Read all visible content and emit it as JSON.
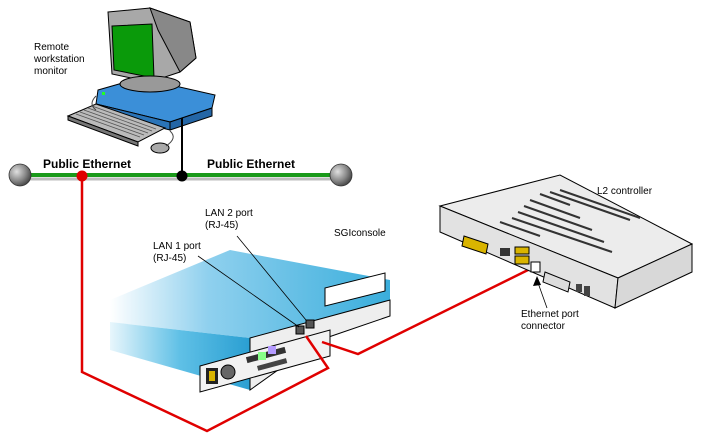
{
  "diagram": {
    "title": "SGIconsole to L2 controller network connection",
    "labels": {
      "remote_workstation": "Remote\nworkstation\nmonitor",
      "public_ethernet_left": "Public Ethernet",
      "public_ethernet_right": "Public Ethernet",
      "lan2_port": "LAN 2 port\n(RJ-45)",
      "lan1_port": "LAN 1 port\n(RJ-45)",
      "sgiconsole": "SGIconsole",
      "l2_controller": "L2  controller",
      "ethernet_port_connector": "Ethernet port\nconnector"
    },
    "nodes": [
      {
        "id": "remote-workstation",
        "label": "Remote workstation monitor"
      },
      {
        "id": "public-ethernet",
        "label": "Public Ethernet"
      },
      {
        "id": "sgiconsole",
        "label": "SGIconsole"
      },
      {
        "id": "l2-controller",
        "label": "L2 controller"
      }
    ],
    "edges": [
      {
        "from": "remote-workstation",
        "to": "public-ethernet",
        "type": "network"
      },
      {
        "from": "public-ethernet",
        "to": "sgiconsole",
        "via": "LAN 1 port (RJ-45)",
        "type": "cable"
      },
      {
        "from": "sgiconsole",
        "to": "l2-controller",
        "via": "LAN 2 port (RJ-45) → Ethernet port connector",
        "type": "cable"
      }
    ],
    "colors": {
      "ethernet_bus": "#1a9a1a",
      "cable": "#e00000",
      "console_body": "#3fb0dc",
      "workstation_body": "#3b8fd8",
      "screen": "#0a9a0a",
      "controller_body": "#e8e8e8"
    }
  }
}
